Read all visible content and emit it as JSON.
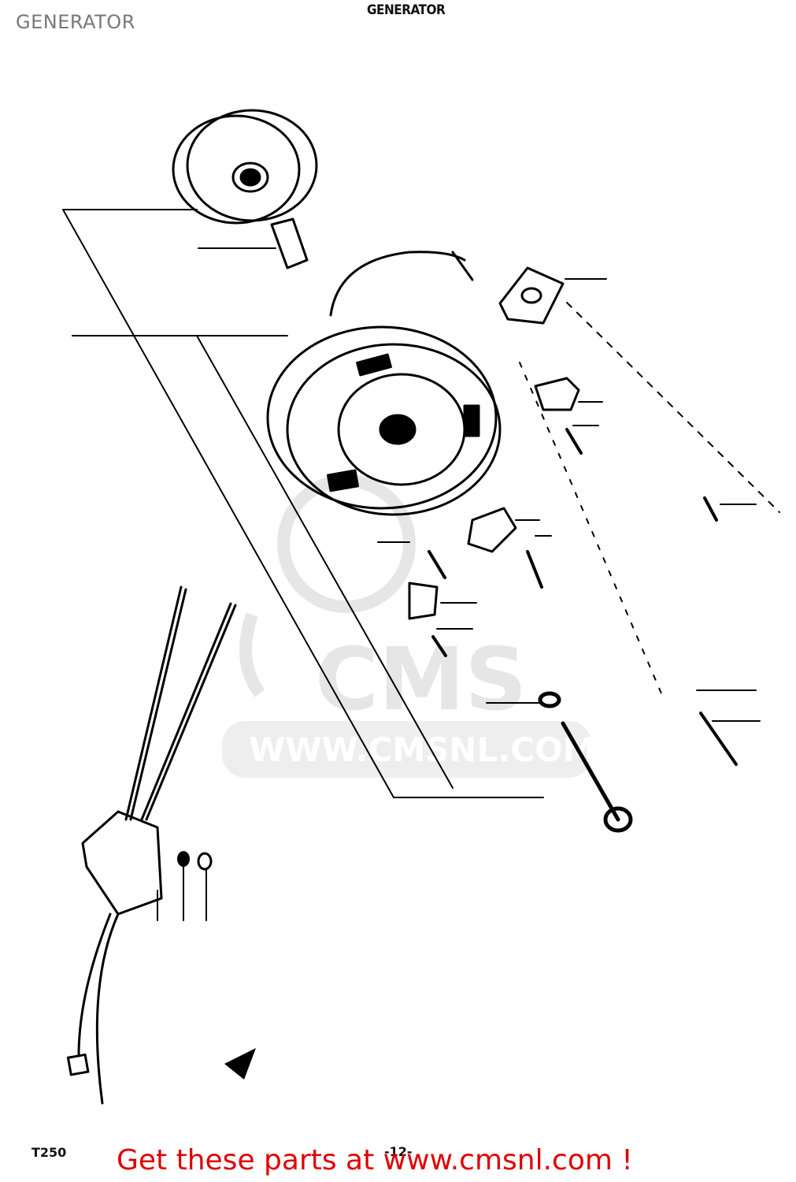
{
  "page": {
    "title": "GENERATOR",
    "diagram_title": "GENERATOR",
    "model_code": "T250",
    "page_number": "-12-",
    "footer_link": "Get these parts at www.cmsnl.com !"
  },
  "watermark": {
    "logo_text": "CMS",
    "url_text": "WWW.CMSNL.COM",
    "color": "#e6e6e6"
  },
  "colors": {
    "footer": "#e00000",
    "title": "#777777",
    "lines": "#000000"
  }
}
